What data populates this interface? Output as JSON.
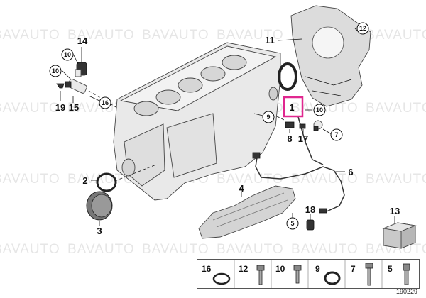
{
  "watermark": "BAVAUTO",
  "diagram_ref": "190229",
  "highlighted": "1",
  "labels": {
    "1": "1",
    "2": "2",
    "3": "3",
    "4": "4",
    "5": "5",
    "6": "6",
    "7": "7",
    "8": "8",
    "9": "9",
    "10": "10",
    "11": "11",
    "12": "12",
    "13": "13",
    "14": "14",
    "15": "15",
    "16": "16",
    "17": "17",
    "18": "18",
    "19": "19"
  },
  "strip_items": [
    "16",
    "12",
    "10",
    "9",
    "7",
    "5"
  ],
  "colors": {
    "highlight": "#e0278f",
    "line": "#111111",
    "part": "#e9e9e9"
  }
}
